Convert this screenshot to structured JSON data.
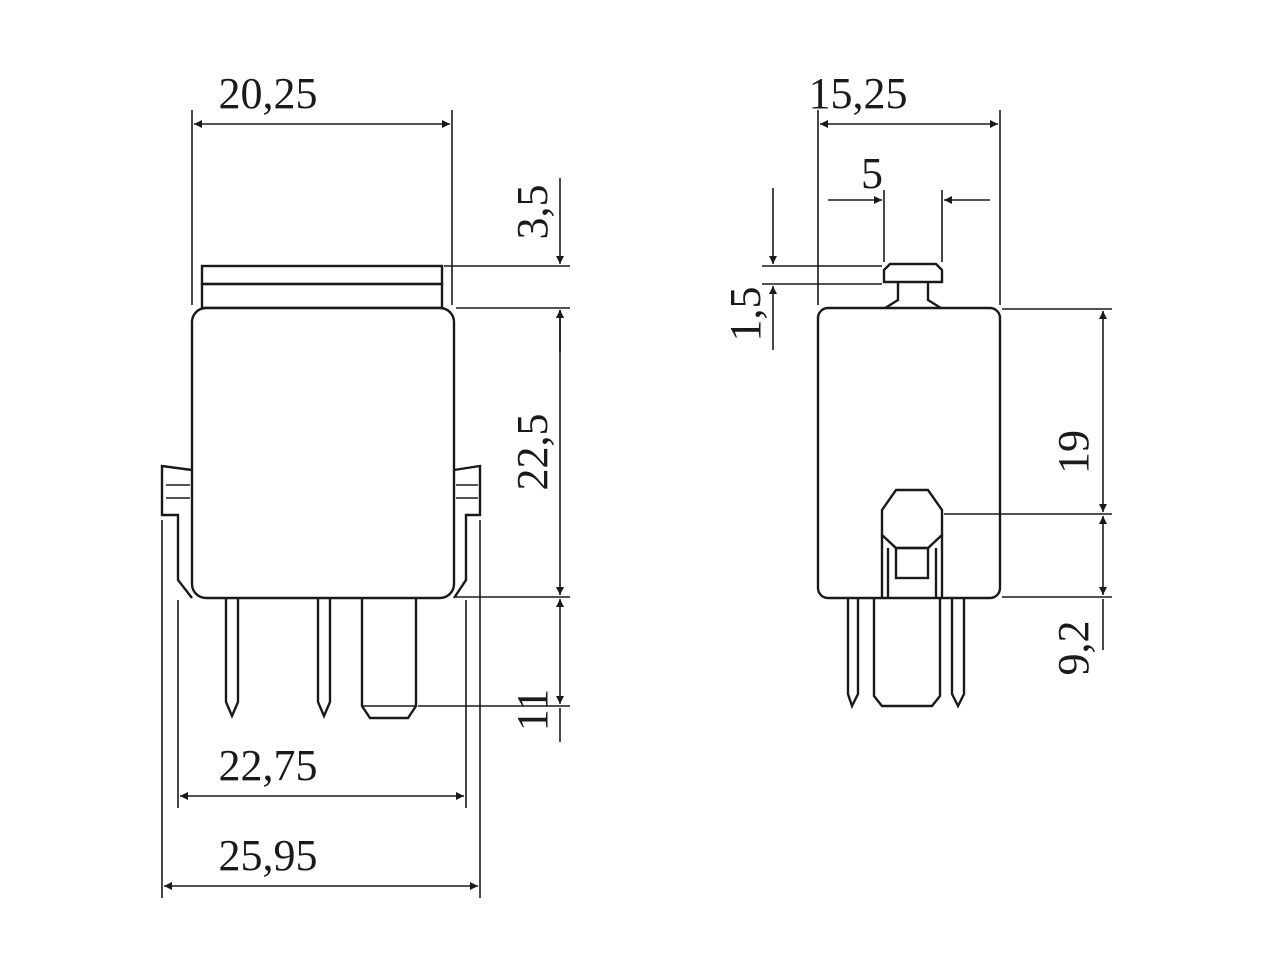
{
  "colors": {
    "line": "#1a1a1a",
    "background": "#ffffff",
    "seal": "#cccccc"
  },
  "front_view": {
    "dims": {
      "width_top": "20,25",
      "tab_height": "3,5",
      "body_height": "22,5",
      "pin_length": "11",
      "width_mid": "22,75",
      "width_total": "25,95"
    }
  },
  "side_view": {
    "dims": {
      "width_total": "15,25",
      "tab_width": "5",
      "tab_height": "1,5",
      "upper_height": "19",
      "lower_height": "9,2"
    }
  }
}
